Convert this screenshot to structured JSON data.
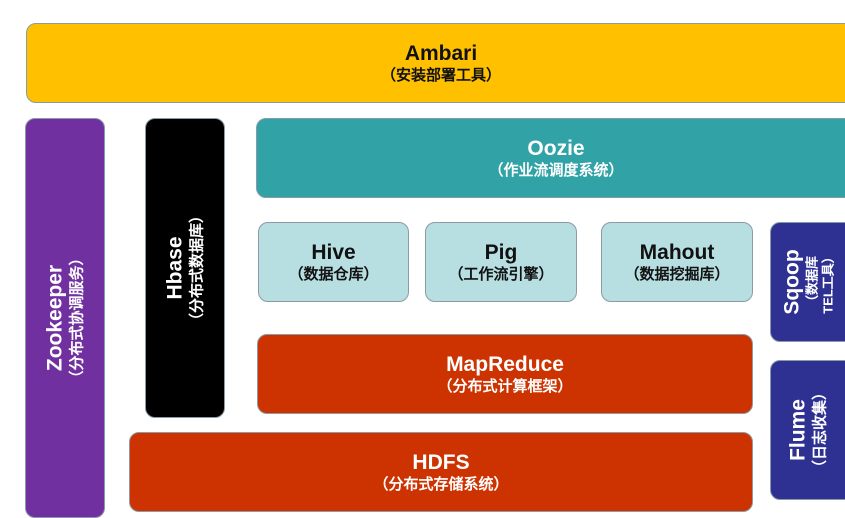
{
  "ambari": {
    "title": "Ambari",
    "sub": "（安装部署工具）"
  },
  "zookeeper": {
    "title": "Zookeeper",
    "sub": "（分布式协调服务）"
  },
  "hbase": {
    "title": "Hbase",
    "sub": "（分布式数据库）"
  },
  "oozie": {
    "title": "Oozie",
    "sub": "（作业流调度系统）"
  },
  "hive": {
    "title": "Hive",
    "sub": "（数据仓库）"
  },
  "pig": {
    "title": "Pig",
    "sub": "（工作流引擎）"
  },
  "mahout": {
    "title": "Mahout",
    "sub": "（数据挖掘库）"
  },
  "sqoop": {
    "title": "Sqoop",
    "sub1": "（数据库",
    "sub2": "TEL工具）"
  },
  "mapreduce": {
    "title": "MapReduce",
    "sub": "（分布式计算框架）"
  },
  "hdfs": {
    "title": "HDFS",
    "sub": "（分布式存储系统）"
  },
  "flume": {
    "title": "Flume",
    "sub": "（日志收集）"
  },
  "colors": {
    "ambari": "#FFC000",
    "zookeeper": "#7030A0",
    "hbase": "#000000",
    "oozie": "#31A2A6",
    "light": "#B7DEE1",
    "red": "#CC3300",
    "navy": "#2E3192"
  }
}
